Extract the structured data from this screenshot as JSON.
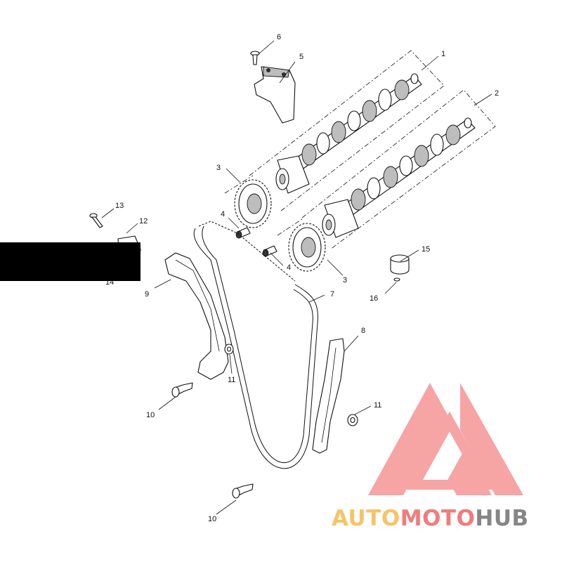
{
  "callouts": {
    "n1": "1",
    "n2": "2",
    "n3a": "3",
    "n3b": "3",
    "n4a": "4",
    "n4b": "4",
    "n5": "5",
    "n6": "6",
    "n7": "7",
    "n8": "8",
    "n9": "9",
    "n10a": "10",
    "n10b": "10",
    "n11a": "11",
    "n11b": "11",
    "n12": "12",
    "n13": "13",
    "n14": "14",
    "n15": "15",
    "n16": "16"
  },
  "watermark": {
    "part1": "AUTO",
    "part2": "MOTO",
    "part3": "HUB",
    "color_orange": "#f5b642",
    "color_red": "#ef5b5b",
    "color_gray": "#7a7a7a"
  },
  "redaction_color": "#000000"
}
